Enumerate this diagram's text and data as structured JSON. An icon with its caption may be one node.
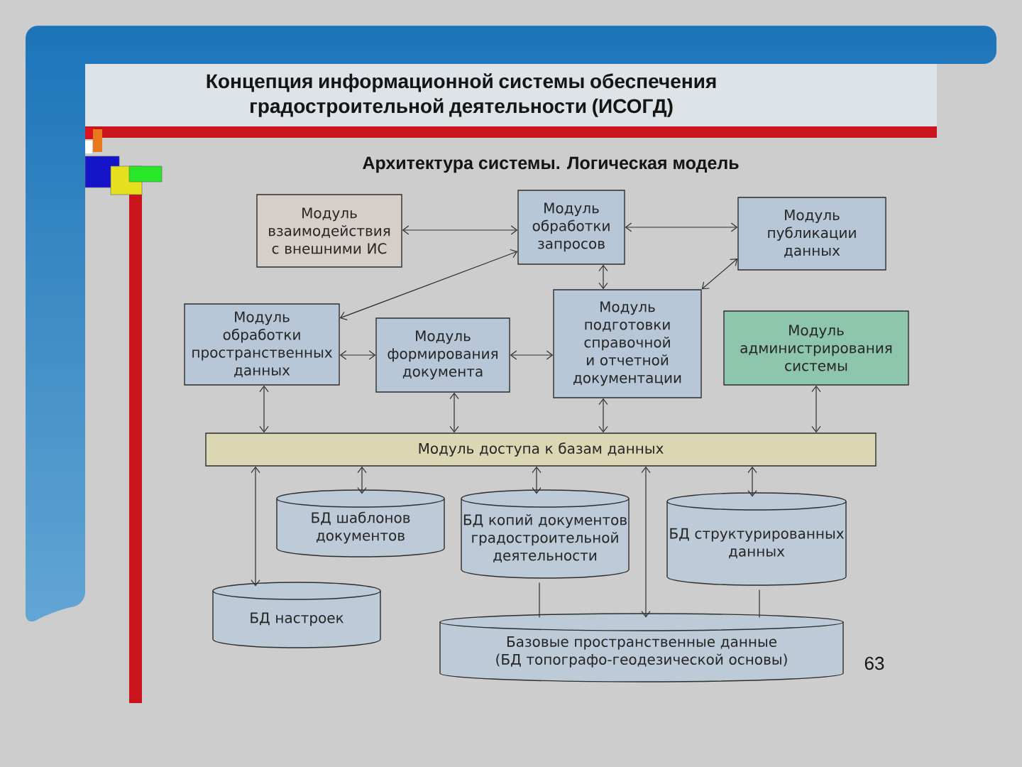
{
  "diagram": {
    "title": "Концепция информационной системы обеспечения градостроительной деятельности (ИСОГД)",
    "nodes": [
      {
        "text": [
          "Модуль взаимодействия с внешними ИС"
        ]
      },
      {
        "text": [
          "Модуль обработки запросов"
        ]
      },
      {
        "text": [
          "Модуль публикации данных"
        ]
      },
      {
        "text": [
          "Модуль обработки пространственных данных"
        ]
      },
      {
        "text": [
          "Модуль формирования документа"
        ]
      },
      {
        "text": [
          "Модуль подготовки справочной и отчетной документации"
        ]
      },
      {
        "text": [
          "Модуль администрирования системы"
        ]
      },
      {
        "text": [
          "Модуль доступа к базам данных"
        ]
      },
      {
        "text": [
          "БД шаблонов документов"
        ]
      },
      {
        "text": [
          "БД копий документов градостроительной деятельности"
        ]
      },
      {
        "text": [
          "БД структурированных данных"
        ]
      },
      {
        "text": [
          "БД настроек"
        ]
      },
      {
        "text": [
          "Базовые пространственные данные (БД топографо-геодезической основы)"
        ]
      }
    ],
    "edges": [
      {
        "from": 0,
        "to": 1,
        "arrow": "both"
      },
      {
        "from": 1,
        "to": 2,
        "arrow": "both"
      },
      {
        "from": 1,
        "to": 3,
        "arrow": "both"
      },
      {
        "from": 1,
        "to": 5,
        "arrow": "both"
      },
      {
        "from": 2,
        "to": 5,
        "arrow": "both"
      },
      {
        "from": 3,
        "to": 4,
        "arrow": "both"
      },
      {
        "from": 4,
        "to": 5,
        "arrow": "both"
      },
      {
        "from": 3,
        "to": 7,
        "arrow": "both"
      },
      {
        "from": 4,
        "to": 7,
        "arrow": "both"
      },
      {
        "from": 5,
        "to": 7,
        "arrow": "both"
      },
      {
        "from": 6,
        "to": 7,
        "arrow": "both"
      },
      {
        "from": 7,
        "to": 11,
        "arrow": "both"
      },
      {
        "from": 7,
        "to": 8,
        "arrow": "both"
      },
      {
        "from": 7,
        "to": 9,
        "arrow": "both"
      },
      {
        "from": 7,
        "to": 12,
        "arrow": "both"
      },
      {
        "from": 7,
        "to": 10,
        "arrow": "both"
      },
      {
        "from": 9,
        "to": 12,
        "arrow": "none"
      },
      {
        "from": 10,
        "to": 12,
        "arrow": "none"
      }
    ],
    "labels": [
      "Архитектура системы. Логическая модель",
      "63"
    ]
  }
}
